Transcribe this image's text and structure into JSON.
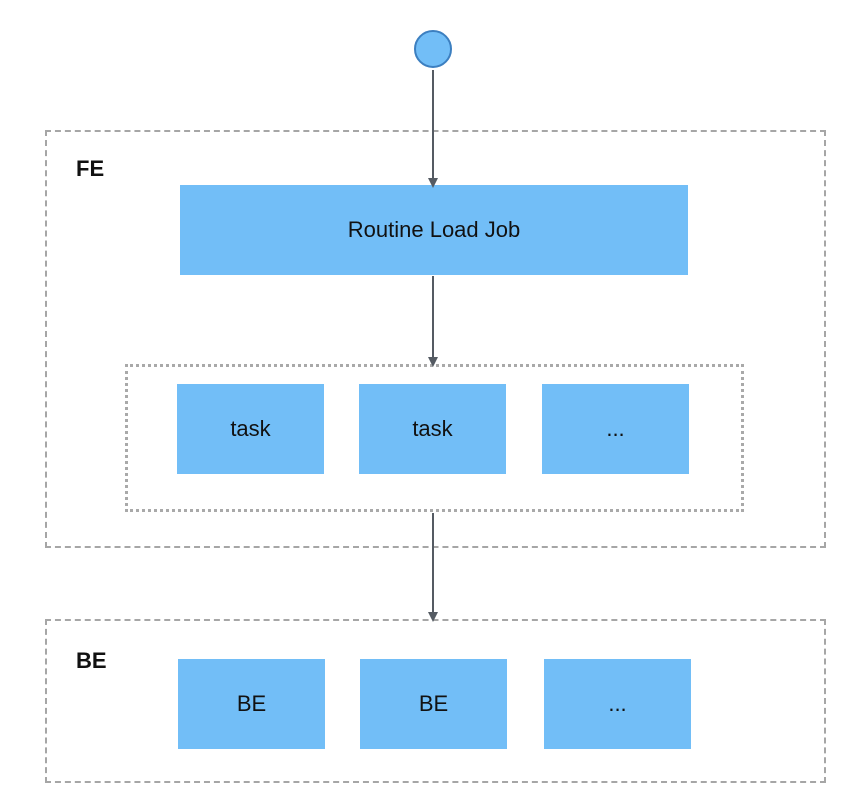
{
  "fe": {
    "label": "FE",
    "job": "Routine Load Job",
    "tasks": [
      "task",
      "task",
      "..."
    ]
  },
  "be": {
    "label": "BE",
    "nodes": [
      "BE",
      "BE",
      "..."
    ]
  },
  "colors": {
    "box_fill": "#72BEF7",
    "start_border": "#3C7FC0",
    "arrow": "#555B63",
    "group_border": "#A6A6A6"
  }
}
